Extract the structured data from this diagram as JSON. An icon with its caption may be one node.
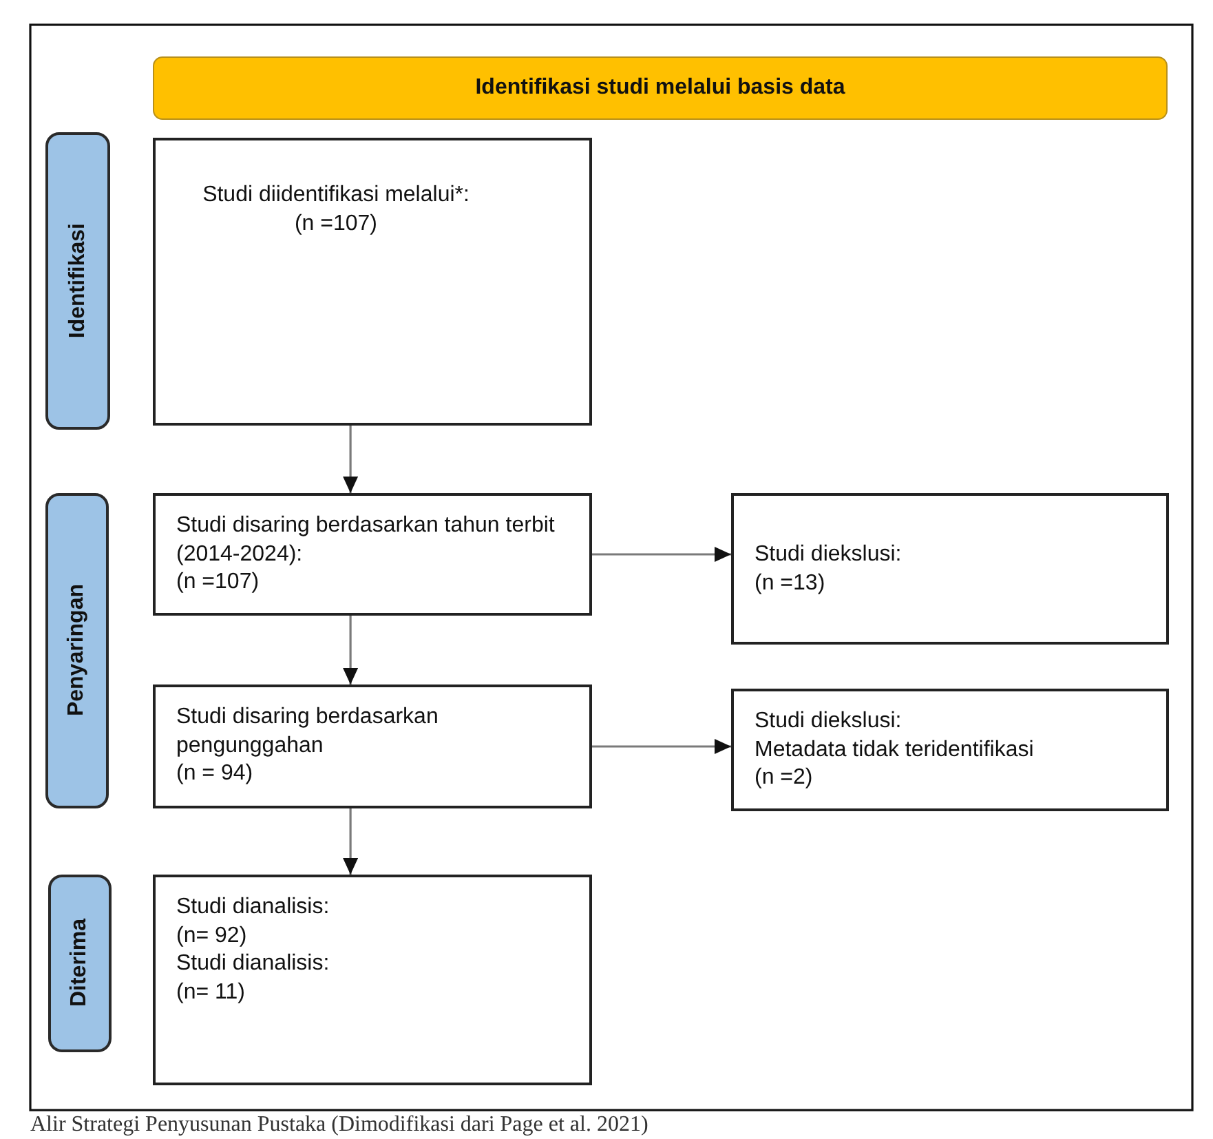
{
  "diagram": {
    "caption": "Alir Strategi Penyusunan Pustaka (Dimodifikasi dari Page et al. 2021)",
    "nodes": [
      {
        "text": [
          "Identifikasi studi melalui basis data"
        ]
      },
      {
        "text": [
          "Identifikasi"
        ]
      },
      {
        "text": [
          "Studi diidentifikasi melalui*:",
          "(n =107)"
        ]
      },
      {
        "text": [
          "Penyaringan"
        ]
      },
      {
        "text": [
          "Studi disaring berdasarkan tahun terbit (2014-2024):",
          "(n =107)"
        ]
      },
      {
        "text": [
          "Studi diekslusi:",
          "(n =13)"
        ]
      },
      {
        "text": [
          "Studi disaring berdasarkan pengunggahan",
          "(n = 94)"
        ]
      },
      {
        "text": [
          "Studi diekslusi:",
          "Metadata tidak teridentifikasi",
          "(n =2)"
        ]
      },
      {
        "text": [
          "Diterima"
        ]
      },
      {
        "text": [
          "Studi dianalisis:",
          "(n= 92)",
          "Studi dianalisis:",
          "(n= 11)"
        ]
      }
    ],
    "edges": [
      {
        "from": 2,
        "to": 4,
        "arrow": "to"
      },
      {
        "from": 4,
        "to": 6,
        "arrow": "to"
      },
      {
        "from": 6,
        "to": 9,
        "arrow": "to"
      },
      {
        "from": 4,
        "to": 5,
        "arrow": "to"
      },
      {
        "from": 6,
        "to": 7,
        "arrow": "to"
      }
    ]
  }
}
